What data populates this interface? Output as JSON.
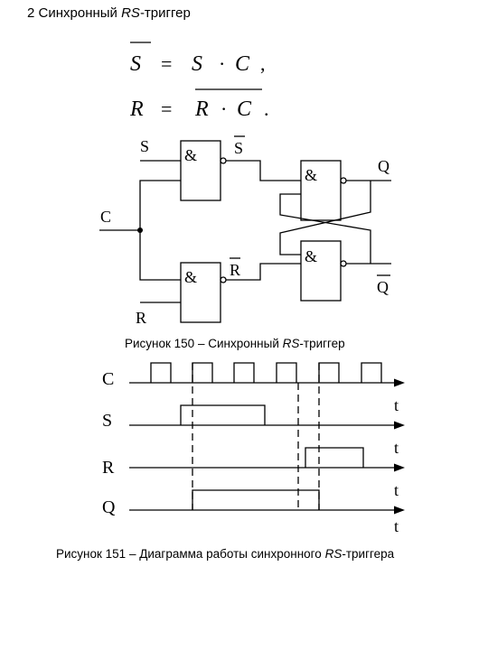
{
  "heading": {
    "number": "2",
    "title_prefix": "Синхронный ",
    "title_italic": "RS",
    "title_suffix": "-триггер"
  },
  "formulas": {
    "line1": {
      "lhs": "S",
      "eq": "=",
      "a": "S",
      "dot": "·",
      "b": "C",
      "punct": ","
    },
    "line2": {
      "lhs": "R",
      "eq": "=",
      "a": "R",
      "dot": "·",
      "b": "C",
      "punct": "."
    }
  },
  "circuit": {
    "gate_symbol": "&",
    "input_s": "S",
    "input_c": "C",
    "input_r": "R",
    "label_s_bar": "S",
    "label_r_bar": "R",
    "output_q": "Q",
    "output_q_bar": "Q"
  },
  "figure150": {
    "prefix": "Рисунок 150 – Синхронный ",
    "italic": "RS",
    "suffix": "-триггер"
  },
  "timing": {
    "signals": [
      {
        "name": "C",
        "axis": "t"
      },
      {
        "name": "S",
        "axis": "t"
      },
      {
        "name": "R",
        "axis": "t"
      },
      {
        "name": "Q",
        "axis": "t"
      }
    ]
  },
  "figure151": {
    "prefix": "Рисунок 151 – Диаграмма работы синхронного ",
    "italic": "RS",
    "suffix": "-триггера"
  }
}
